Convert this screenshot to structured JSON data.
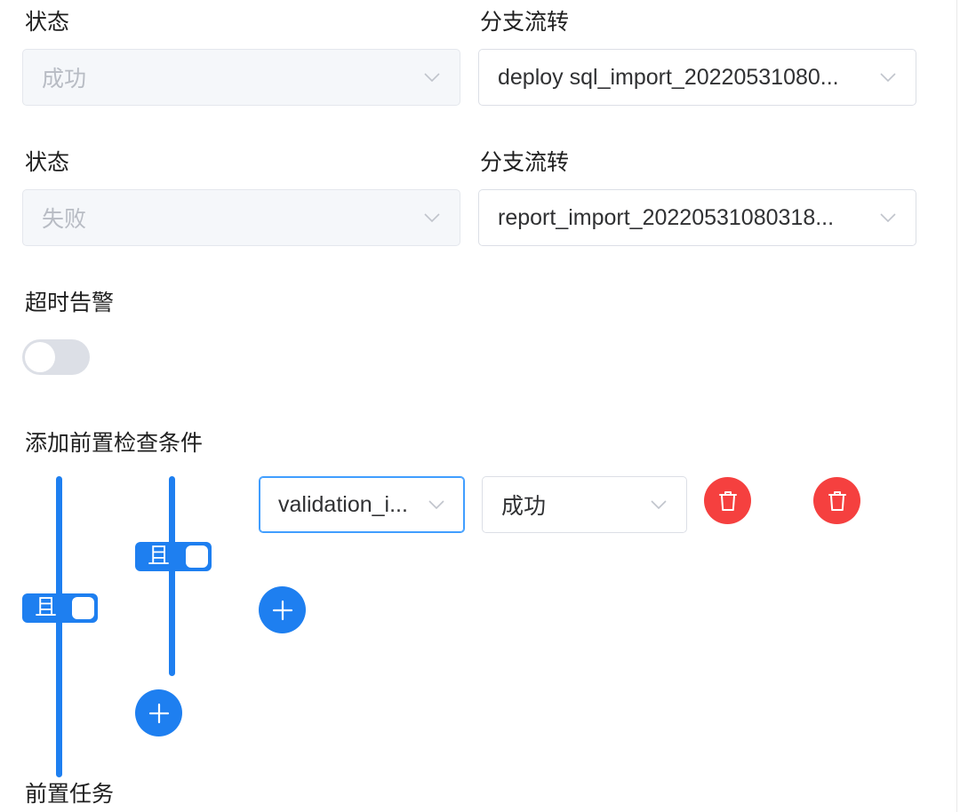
{
  "branch1": {
    "status_label": "状态",
    "status_value": "成功",
    "branch_label": "分支流转",
    "branch_value": "deploy sql_import_20220531080..."
  },
  "branch2": {
    "status_label": "状态",
    "status_value": "失败",
    "branch_label": "分支流转",
    "branch_value": "report_import_20220531080318..."
  },
  "timeout": {
    "label": "超时告警",
    "enabled": false
  },
  "precheck": {
    "label": "添加前置检查条件",
    "outer_relation": "且",
    "inner_relation": "且",
    "condition": {
      "task_value": "validation_i...",
      "status_value": "成功"
    }
  },
  "pre_task": {
    "label": "前置任务"
  },
  "colors": {
    "accent": "#1e7ff0",
    "danger": "#f5403f",
    "focus": "#409eff"
  },
  "icons": {
    "chevron": "chevron-down-icon",
    "delete": "trash-icon",
    "add": "plus-icon"
  }
}
